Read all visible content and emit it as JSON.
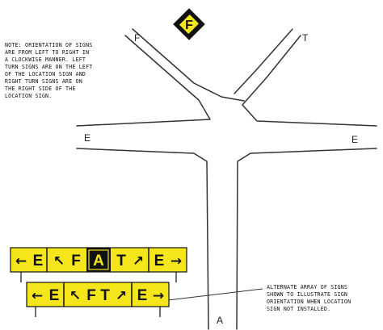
{
  "note_text": "NOTE: ORIENTATION OF SIGNS\nARE FROM LEFT TO RIGHT IN\nA CLOCKWISE MANNER. LEFT\nTURN SIGNS ARE ON THE LEFT\nOF THE LOCATION SIGN AND\nRIGHT TURN SIGNS ARE ON\nTHE RIGHT SIDE OF THE\nLOCATION SIGN.",
  "alternate_note": "ALTERNATE ARRAY OF SIGNS\nSHOWN TO ILLUSTRATE SIGN\nORIENTATION WHEN LOCATION\nSIGN NOT INSTALLED.",
  "road_labels": {
    "f": "F",
    "t": "T",
    "e_left": "E",
    "e_right": "E",
    "a": "A"
  },
  "location_sign_on_road_f": "F",
  "sign_array_primary": [
    "E",
    "F",
    "A",
    "T",
    "E"
  ],
  "sign_array_alternate": [
    "E",
    "F",
    "T",
    "E"
  ],
  "colors": {
    "sign_yellow": "#f5e61c",
    "sign_black": "#111111",
    "line": "#333333"
  },
  "icons": {
    "arrow_left": "arrow-left-icon",
    "arrow_up_left": "arrow-up-left-icon",
    "arrow_up_right": "arrow-up-right-icon",
    "arrow_right": "arrow-right-icon"
  }
}
